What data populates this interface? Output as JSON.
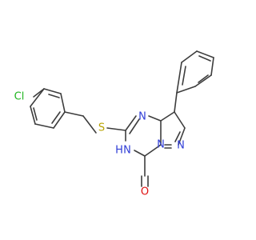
{
  "structure": {
    "atoms": {
      "chlorine": {
        "symbol": "Cl",
        "color": "#1fb51f"
      },
      "sulfur": {
        "symbol": "S",
        "color": "#b8a300"
      },
      "n_triazine_upper": {
        "symbol": "N",
        "color": "#2f3dd6"
      },
      "n_triazine_lower_h": {
        "symbol": "N",
        "color": "#2f3dd6",
        "hydrogen": "H"
      },
      "n_bridge": {
        "symbol": "N",
        "color": "#2f3dd6"
      },
      "n_pyrazole": {
        "symbol": "N",
        "color": "#2f3dd6"
      },
      "oxygen": {
        "symbol": "O",
        "color": "#e01010"
      }
    },
    "bond_color": "#3d3d3d"
  }
}
